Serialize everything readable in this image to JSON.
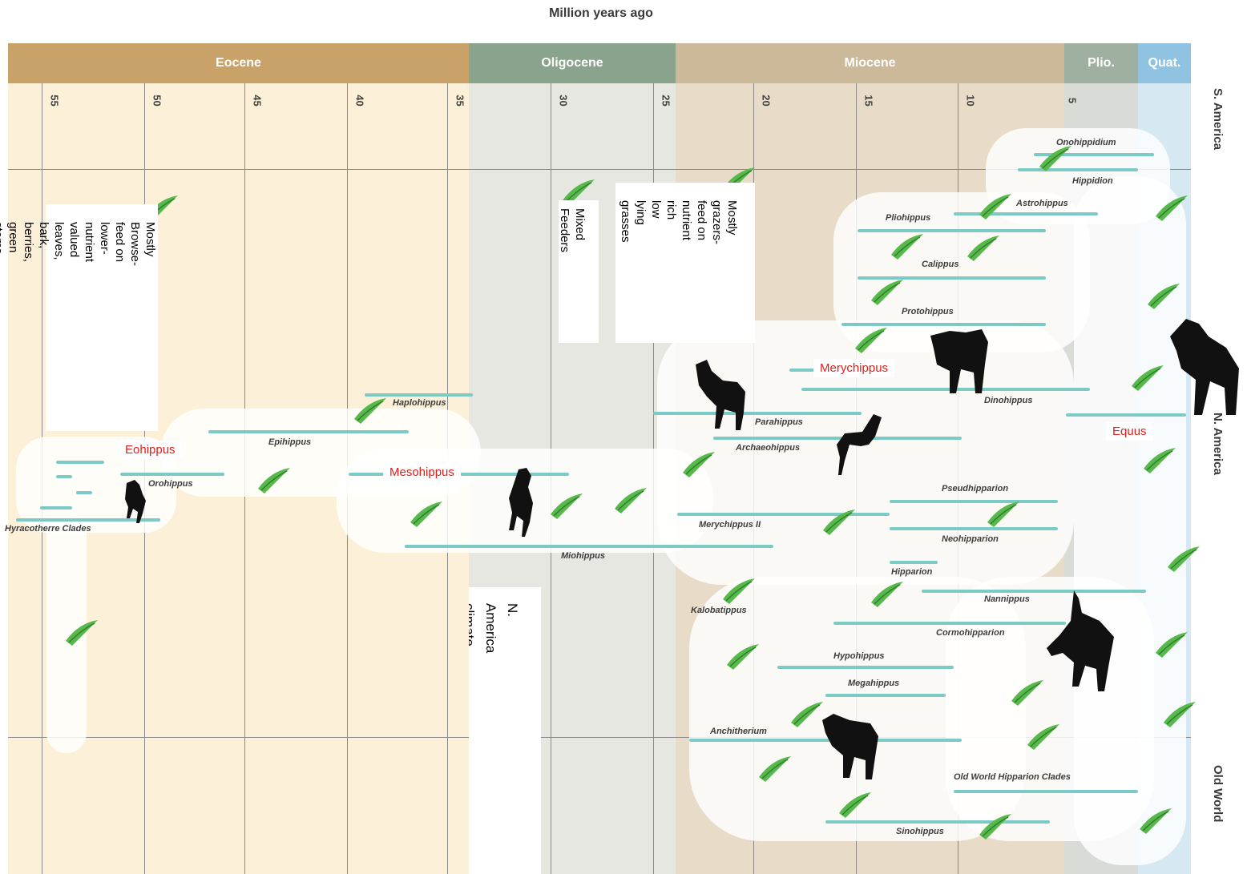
{
  "title": "Million years ago",
  "epochs": [
    {
      "name": "Eocene",
      "color": "#c9a26a"
    },
    {
      "name": "Oligocene",
      "color": "#8aa38c"
    },
    {
      "name": "Miocene",
      "color": "#cbb99a"
    },
    {
      "name": "Plio.",
      "color": "#9fb0a0"
    },
    {
      "name": "Quat.",
      "color": "#8fc3e1"
    }
  ],
  "ticks": [
    "55",
    "50",
    "45",
    "40",
    "35",
    "30",
    "25",
    "20",
    "15",
    "10",
    "5"
  ],
  "regions": [
    "S. America",
    "N. America",
    "Old World"
  ],
  "genera": [
    "Onohippidium",
    "Hippidion",
    "Astrohippus",
    "Pliohippus",
    "Calippus",
    "Protohippus",
    "Dinohippus",
    "Haplohippus",
    "Epihippus",
    "Orohippus",
    "Hyracotherre Clades",
    "Parahippus",
    "Archaeohippus",
    "Pseudhipparion",
    "Merychippus II",
    "Neohipparion",
    "Miohippus",
    "Hipparion",
    "Nannippus",
    "Kalobatippus",
    "Cormohipparion",
    "Hypohippus",
    "Megahippus",
    "Anchitherium",
    "Old World Hipparion Clades",
    "Sinohippus"
  ],
  "labels": {
    "eohippus": "Eohippus",
    "mesohippus": "Mesohippus",
    "merychippus": "Merychippus",
    "equus": "Equus"
  },
  "notes": {
    "browse": "Mostly Browse- feed on\nlower- nutrient valued\nleaves, bark, berries,\ngreen stems",
    "mixed": "Mixed Feeders",
    "grazers": "Mostly grazers-\nfeed on\nnutrient rich\nlow lying\ngrasses",
    "climate": "N. America climate becomes\ngrasses evolving & forests sh"
  },
  "colors": {
    "eocene_bg": "#fdf0d8",
    "oligocene_bg": "#e7e7e2",
    "miocene_bg": "#e8dcc8",
    "plio_bg": "#d9dcd6",
    "quat_bg": "#d6e8f2",
    "lineage": "#7ccac6",
    "label_red": "#e0201a",
    "leaf_green": "#57b94b"
  },
  "icons": [
    "grass-leaf-icon",
    "horse-silhouette-icon"
  ]
}
